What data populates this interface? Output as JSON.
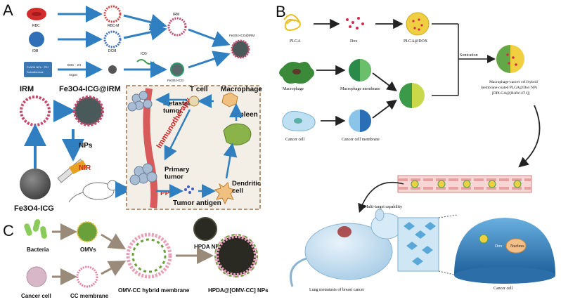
{
  "panels": {
    "A": {
      "letter": "A",
      "rbc": "RBC",
      "rbcm": "RBC-M",
      "irm": "IRM",
      "idb": "IDB",
      "dcm": "DCM",
      "icg": "ICG",
      "nanoparticle_box": "Fe3O4 NPs\nPEI\nSolvothermal",
      "reagents": "EDC · 2H",
      "argon": "Argon",
      "fe3o4_icg_small": "Fe3O4-ICG",
      "fe3o4_icg_irm_small": "Fe3O4-ICG@IRM",
      "irm_big": "IRM",
      "fe3o4_icg_irm": "Fe3O4-ICG@IRM",
      "nps": "NPs",
      "nir": "NIR",
      "fe3o4_icg": "Fe3O4-ICG",
      "t_cell": "T cell",
      "macrophage": "Macrophage",
      "metastatic_tumor": "Metastatic\ntumor",
      "immunotherapy": "Immunotherapy",
      "spleen": "Spleen",
      "primary_tumor": "Primary\ntumor",
      "ppt": "PPT",
      "tumor_antigen": "Tumor antigen",
      "dendritic_cell": "Dendritic\ncell"
    },
    "B": {
      "letter": "B",
      "plga": "PLGA",
      "dox": "Dox",
      "plga_dox": "PLGA@DOX",
      "macrophage": "Macrophage",
      "macrophage_membrane": "Macrophage membrane",
      "cancer_cell": "Cancer cell",
      "cancer_cell_membrane": "Cancer cell membrane",
      "sonication": "Sonication",
      "hybrid_label": "Macrophage-cancer cell hybrid\nmembrane-coated PLGA@Dox NPs\n[DPLGA@[RAW-4T1]]",
      "multi_target": "Multi-target capability",
      "lung_metastasis": "Lung metastasis of breast cancer",
      "dox_inner": "Dox",
      "nucleus": "Nucleus",
      "cancer_cell_bottom": "Cancer cell"
    },
    "C": {
      "letter": "C",
      "bacteria": "Bacteria",
      "omvs": "OMVs",
      "cancer_cell": "Cancer cell",
      "cc_membrane": "CC membrane",
      "hybrid_membrane": "OMV-CC hybrid membrane",
      "hpda_nps": "HPDA NPs",
      "final": "HPDA@[OMV-CC] NPs"
    }
  },
  "colors": {
    "arrow_blue": "#2f7fc1",
    "box_brown": "#a0704a",
    "panel_bg_a": "#f4efe6",
    "red_accent": "#cc2020"
  }
}
